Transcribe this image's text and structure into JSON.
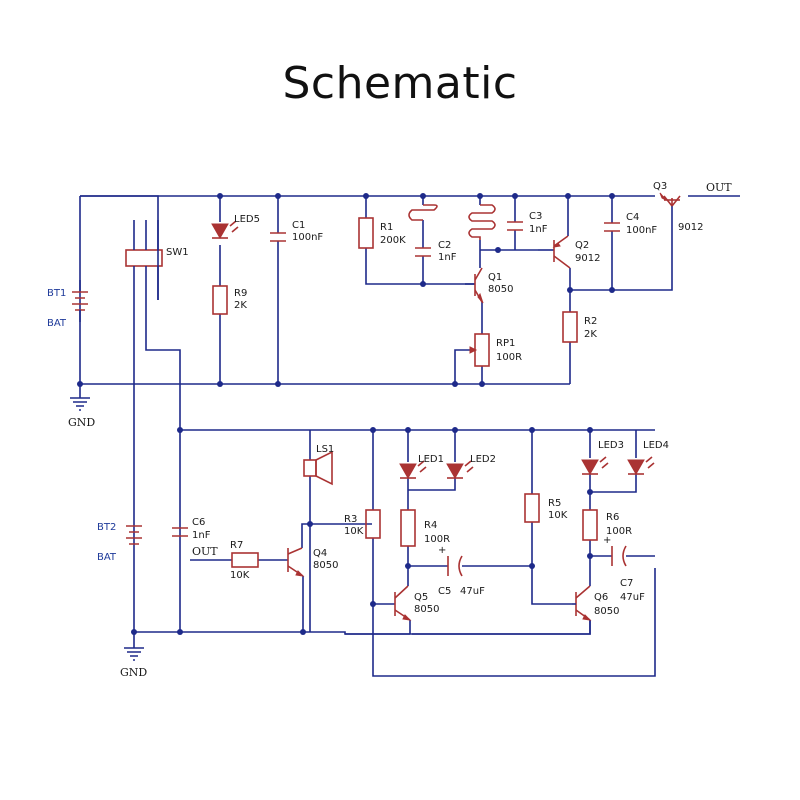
{
  "title": "Schematic",
  "labels": {
    "bt1": "BT1",
    "bat1": "BAT",
    "sw1": "SW1",
    "led5": "LED5",
    "c1": "C1",
    "c1v": "100nF",
    "r9": "R9",
    "r9v": "2K",
    "r1": "R1",
    "r1v": "200K",
    "c2": "C2",
    "c2v": "1nF",
    "c3": "C3",
    "c3v": "1nF",
    "c4": "C4",
    "c4v": "100nF",
    "q1": "Q1",
    "q1v": "8050",
    "q2": "Q2",
    "q2v": "9012",
    "q3": "Q3",
    "q3v": "9012",
    "out_top": "OUT",
    "r2": "R2",
    "r2v": "2K",
    "rp1": "RP1",
    "rp1v": "100R",
    "gnd_top": "GND",
    "bt2": "BT2",
    "bat2": "BAT",
    "c6": "C6",
    "c6v": "1nF",
    "out_in": "OUT",
    "r7": "R7",
    "r7v": "10K",
    "q4": "Q4",
    "q4v": "8050",
    "ls1": "LS1",
    "r3": "R3",
    "r3v": "10K",
    "led1": "LED1",
    "led2": "LED2",
    "r4": "R4",
    "r4v": "100R",
    "c5": "C5",
    "c5v": "47uF",
    "q5": "Q5",
    "q5v": "8050",
    "r5": "R5",
    "r5v": "10K",
    "led3": "LED3",
    "led4": "LED4",
    "r6": "R6",
    "r6v": "100R",
    "c7": "C7",
    "c7v": "47uF",
    "q6": "Q6",
    "q6v": "8050",
    "gnd_bottom": "GND"
  }
}
